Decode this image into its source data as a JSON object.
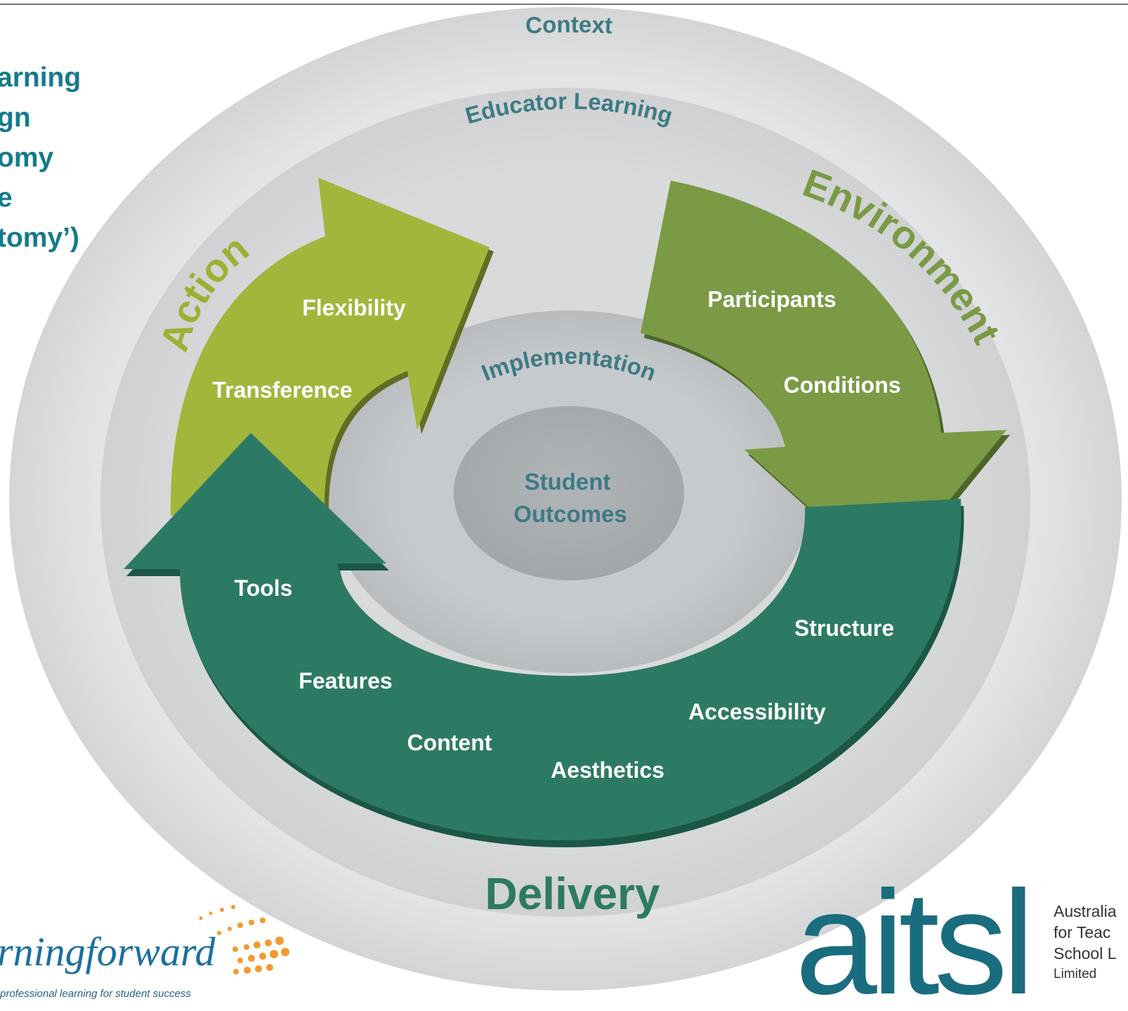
{
  "title_lines": [
    "arning",
    "gn",
    "omy",
    "e",
    "tomy’)"
  ],
  "diagram": {
    "outer_ring": "Context",
    "ring_2": "Educator Learning",
    "ring_3": "Implementation",
    "center": [
      "Student",
      "Outcomes"
    ],
    "action": {
      "label": "Action",
      "items": [
        "Flexibility",
        "Transference"
      ],
      "color": "#a2b63c"
    },
    "environment": {
      "label": "Environment",
      "items": [
        "Participants",
        "Conditions"
      ],
      "color": "#7a9a45"
    },
    "delivery": {
      "label": "Delivery",
      "items": [
        "Tools",
        "Features",
        "Content",
        "Aesthetics",
        "Accessibility",
        "Structure"
      ],
      "color": "#2d7a64"
    }
  },
  "logos": {
    "learning_forward": {
      "wordmark": "rningforward",
      "tagline": "professional learning for student success"
    },
    "aitsl": {
      "wordmark": "aitsl",
      "lines": [
        "Australia",
        "for Teac",
        "School L",
        "Limited"
      ]
    }
  }
}
